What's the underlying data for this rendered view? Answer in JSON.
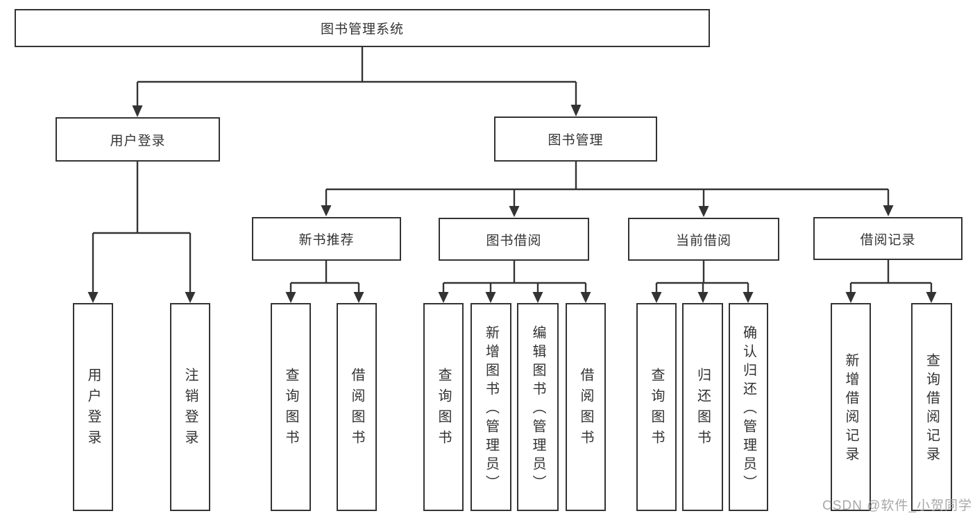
{
  "diagram": {
    "root": {
      "label": "图书管理系统",
      "children": [
        {
          "label": "用户登录",
          "children": [
            {
              "label": "用户登录"
            },
            {
              "label": "注销登录"
            }
          ]
        },
        {
          "label": "图书管理",
          "children": [
            {
              "label": "新书推荐",
              "children": [
                {
                  "label": "查询图书"
                },
                {
                  "label": "借阅图书"
                }
              ]
            },
            {
              "label": "图书借阅",
              "children": [
                {
                  "label": "查询图书"
                },
                {
                  "label": "新增图书（管理员）"
                },
                {
                  "label": "编辑图书（管理员）"
                },
                {
                  "label": "借阅图书"
                }
              ]
            },
            {
              "label": "当前借阅",
              "children": [
                {
                  "label": "查询图书"
                },
                {
                  "label": "归还图书"
                },
                {
                  "label": "确认归还（管理员）"
                }
              ]
            },
            {
              "label": "借阅记录",
              "children": [
                {
                  "label": "新增借阅记录"
                },
                {
                  "label": "查询借阅记录"
                }
              ]
            }
          ]
        }
      ]
    },
    "watermark": "CSDN @软件_小贺同学",
    "colors": {
      "line": "#333333",
      "text": "#333333",
      "box_background": "#ffffff",
      "watermark": "#9e9e9e"
    }
  }
}
